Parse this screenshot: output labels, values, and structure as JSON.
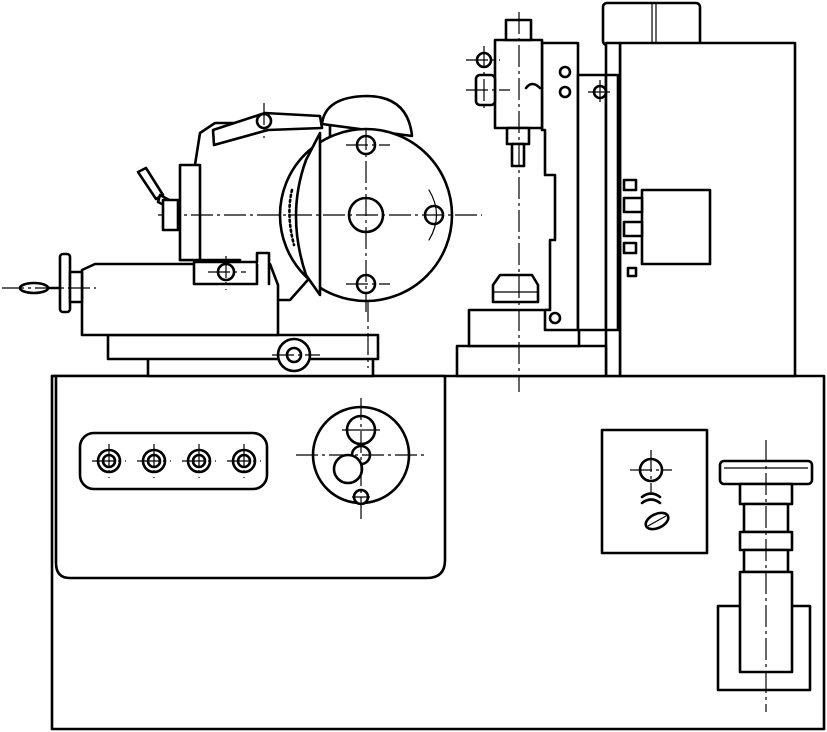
{
  "drawing": {
    "subject": "machine-tool-line-drawing",
    "colors": {
      "ink": "#000000",
      "paper": "#ffffff"
    },
    "components": [
      "machine-base",
      "control-panel-left",
      "button-group",
      "gear-train-cover",
      "electrical-box",
      "feed-cylinder",
      "grinding-wheel-head",
      "workpiece-column",
      "motor-housing"
    ],
    "counts": {
      "buttons": 4
    }
  }
}
